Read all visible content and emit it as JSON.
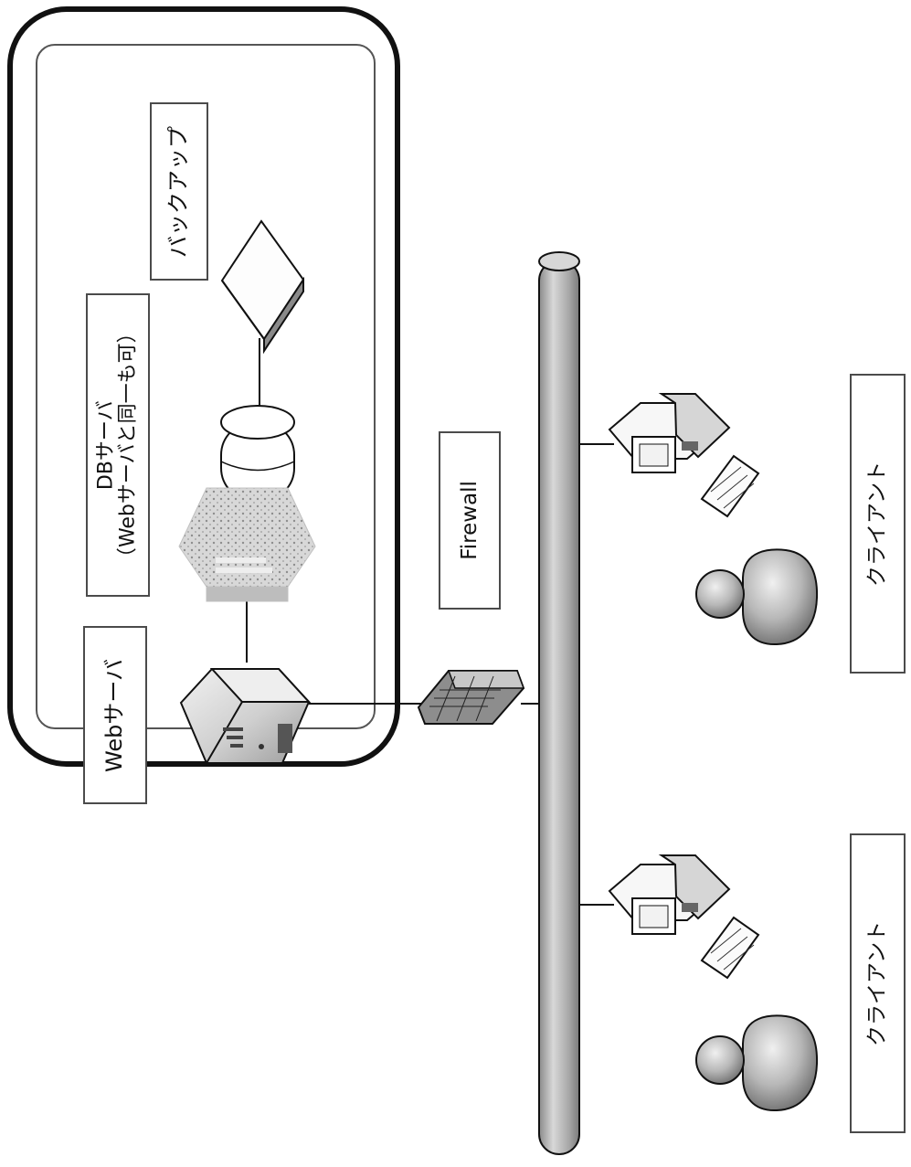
{
  "labels": {
    "web_server": "Webサーバ",
    "db_server_line1": "DBサーバ",
    "db_server_line2": "（Webサーバと同一も可）",
    "backup": "バックアップ",
    "firewall": "Firewall",
    "client_top": "クライアント",
    "client_bottom": "クライアント"
  },
  "colors": {
    "line": "#1a1a1a",
    "box_border": "#4b4b4b",
    "bus_fill": "#b6b6b6",
    "device_fill": "#cfcfcf",
    "device_dark": "#777777"
  },
  "icons": {
    "web_server": "server-icon",
    "db_server": "database-icon",
    "backup": "backup-storage-icon",
    "firewall": "firewall-icon",
    "network": "network-bus-icon",
    "client_pc": "computer-icon",
    "client_user": "user-icon"
  }
}
